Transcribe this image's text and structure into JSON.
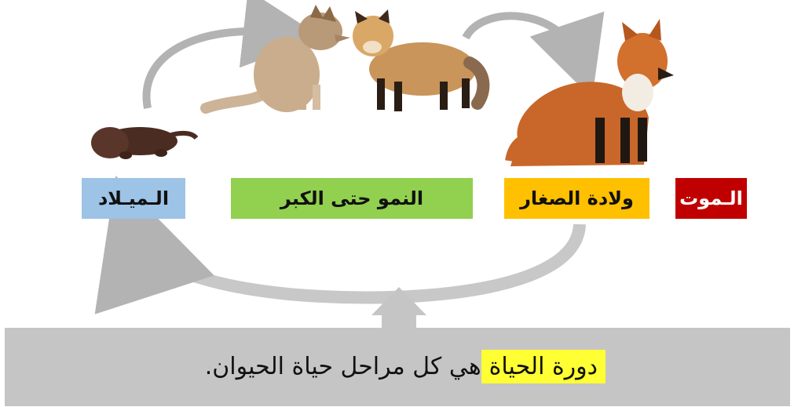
{
  "stages": {
    "birth": "الـميـلاد",
    "growth": "النمو حتى الكبر",
    "reproduction": "ولادة الصغار",
    "death": "الـموت"
  },
  "colors": {
    "birth": "#9dc3e6",
    "growth": "#92d050",
    "reproduction": "#ffc000",
    "death": "#c00000",
    "arrows": "#b3b3b3",
    "banner": "#c5c5c5",
    "highlight": "#ffff33"
  },
  "definition": {
    "term": "دورة الحياة",
    "rest": " هي كل مراحل حياة الحيوان."
  },
  "images": [
    "newborn-pup-image",
    "young-foxes-image",
    "adult-fox-image"
  ]
}
